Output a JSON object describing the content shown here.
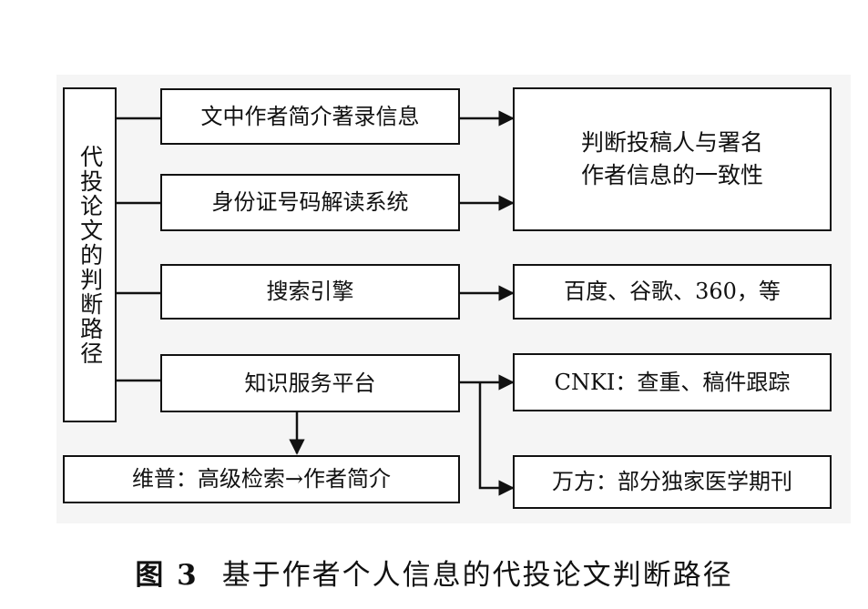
{
  "diagram": {
    "root": "代投论文的判断路径",
    "sources": [
      "文中作者简介著录信息",
      "身份证号码解读系统",
      "搜索引擎",
      "知识服务平台"
    ],
    "targets": {
      "consistency_line1": "判断投稿人与署名",
      "consistency_line2": "作者信息的一致性",
      "search_engines": "百度、谷歌、360，等",
      "cnki": "CNKI：查重、稿件跟踪",
      "wanfang": "万方：部分独家医学期刊",
      "weipu": "维普：高级检索→作者简介"
    }
  },
  "caption": {
    "figure_number": "图 3",
    "text": "基于作者个人信息的代投论文判断路径"
  }
}
